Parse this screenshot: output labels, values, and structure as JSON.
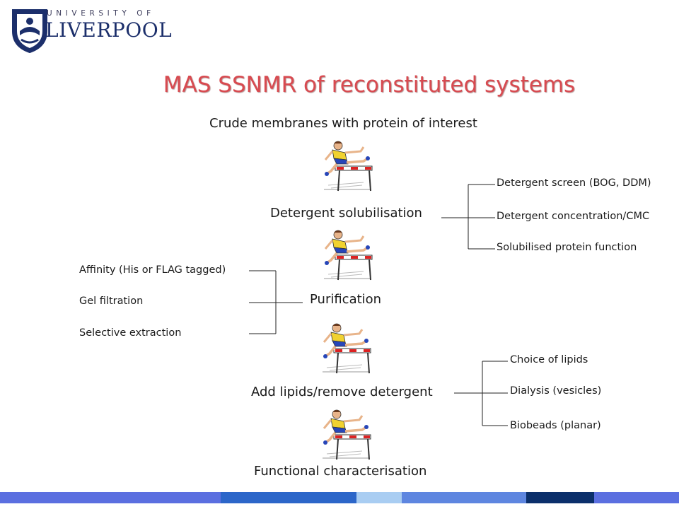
{
  "logo": {
    "line1": "UNIVERSITY OF",
    "line2": "LIVERPOOL"
  },
  "title": "MAS SSNMR of reconstituted systems",
  "steps": [
    "Crude membranes with protein of interest",
    "Detergent solubilisation",
    "Purification",
    "Add lipids/remove detergent",
    "Functional characterisation"
  ],
  "detergent_notes": [
    "Detergent screen (BOG, DDM)",
    "Detergent concentration/CMC",
    "Solubilised protein function"
  ],
  "purification_notes": [
    "Affinity (His or FLAG tagged)",
    "Gel filtration",
    "Selective extraction"
  ],
  "lipid_notes": [
    "Choice of lipids",
    "Dialysis (vesicles)",
    "Biobeads (planar)"
  ],
  "colors": {
    "title": "#d84a50",
    "footer": [
      "#5b6fe0",
      "#2c66c9",
      "#a9cdf2",
      "#5e86e0",
      "#0b2f6b",
      "#5b6fe0"
    ]
  }
}
